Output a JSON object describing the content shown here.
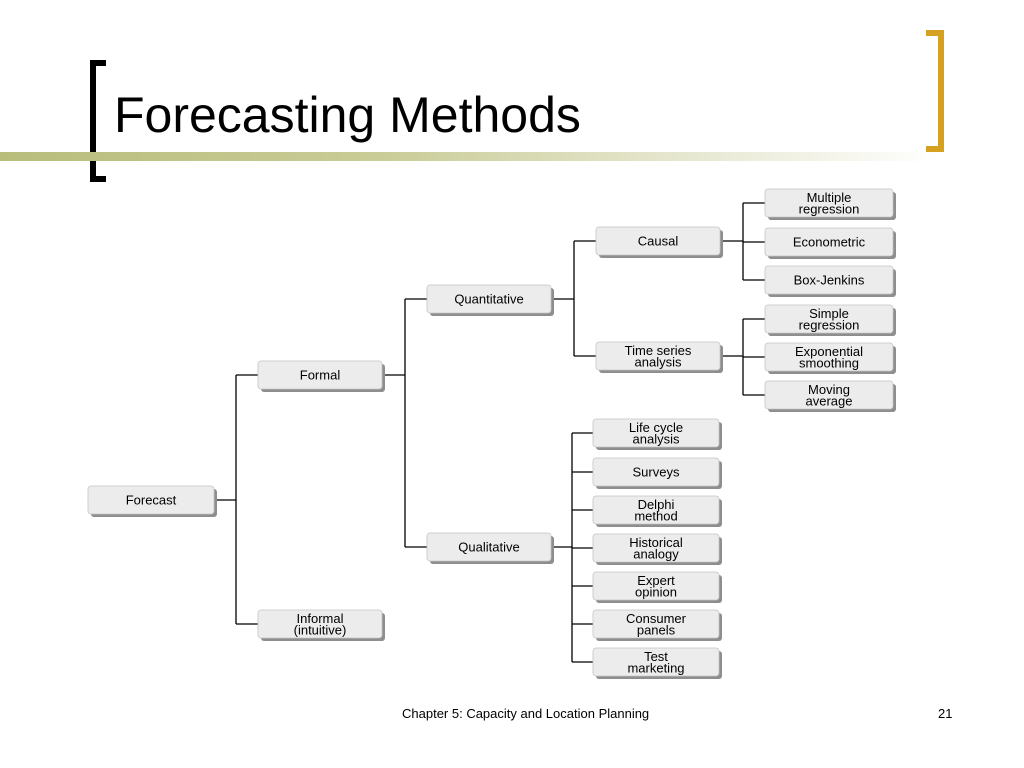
{
  "slide": {
    "title": "Forecasting Methods",
    "footer": "Chapter 5: Capacity and Location Planning",
    "page_number": "21",
    "accent_color": "#d6a020",
    "title_bar_color": "#b8bd7c"
  },
  "diagram": {
    "nodes": {
      "forecast": [
        "Forecast"
      ],
      "formal": [
        "Formal"
      ],
      "informal": [
        "Informal",
        "(intuitive)"
      ],
      "quantitative": [
        "Quantitative"
      ],
      "qualitative": [
        "Qualitative"
      ],
      "causal": [
        "Causal"
      ],
      "time_series": [
        "Time series",
        "analysis"
      ],
      "multiple_regression": [
        "Multiple",
        "regression"
      ],
      "econometric": [
        "Econometric"
      ],
      "box_jenkins": [
        "Box-Jenkins"
      ],
      "simple_regression": [
        "Simple",
        "regression"
      ],
      "exponential_smoothing": [
        "Exponential",
        "smoothing"
      ],
      "moving_average": [
        "Moving",
        "average"
      ],
      "life_cycle": [
        "Life cycle",
        "analysis"
      ],
      "surveys": [
        "Surveys"
      ],
      "delphi": [
        "Delphi",
        "method"
      ],
      "historical_analogy": [
        "Historical",
        "analogy"
      ],
      "expert_opinion": [
        "Expert",
        "opinion"
      ],
      "consumer_panels": [
        "Consumer",
        "panels"
      ],
      "test_marketing": [
        "Test",
        "marketing"
      ]
    },
    "edges": [
      [
        "forecast",
        "formal"
      ],
      [
        "forecast",
        "informal"
      ],
      [
        "formal",
        "quantitative"
      ],
      [
        "formal",
        "qualitative"
      ],
      [
        "quantitative",
        "causal"
      ],
      [
        "quantitative",
        "time_series"
      ],
      [
        "causal",
        "multiple_regression"
      ],
      [
        "causal",
        "econometric"
      ],
      [
        "causal",
        "box_jenkins"
      ],
      [
        "time_series",
        "simple_regression"
      ],
      [
        "time_series",
        "exponential_smoothing"
      ],
      [
        "time_series",
        "moving_average"
      ],
      [
        "qualitative",
        "life_cycle"
      ],
      [
        "qualitative",
        "surveys"
      ],
      [
        "qualitative",
        "delphi"
      ],
      [
        "qualitative",
        "historical_analogy"
      ],
      [
        "qualitative",
        "expert_opinion"
      ],
      [
        "qualitative",
        "consumer_panels"
      ],
      [
        "qualitative",
        "test_marketing"
      ]
    ]
  }
}
